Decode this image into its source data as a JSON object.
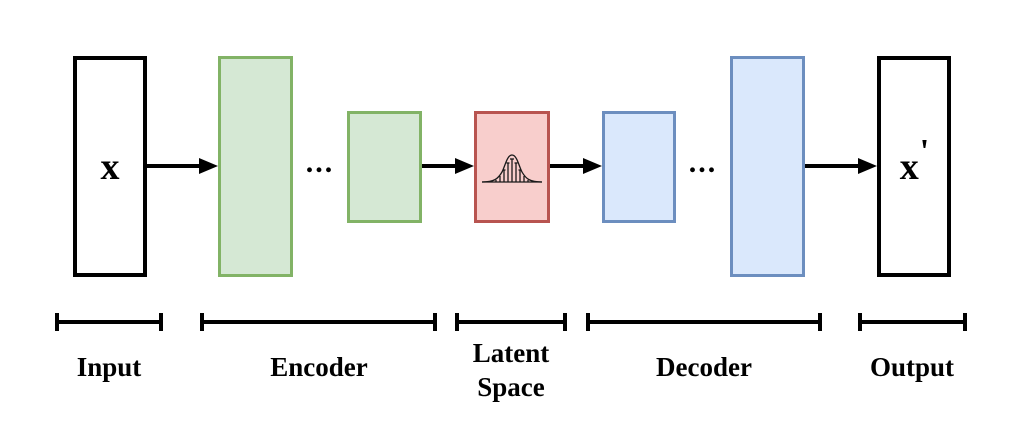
{
  "colors": {
    "background": "#ffffff",
    "text": "#000000",
    "box_border": "#000000",
    "arrow": "#000000",
    "green_fill": "#d5e8d4",
    "green_border": "#82b366",
    "red_fill": "#f8cecc",
    "red_border": "#b85450",
    "blue_fill": "#dae8fc",
    "blue_border": "#6c8ebf"
  },
  "diagram": {
    "input_symbol": "x",
    "output_symbol": "x",
    "output_prime": "'",
    "encoder_ellipsis": "...",
    "decoder_ellipsis": "...",
    "latent_icon": "gaussian-distribution-icon"
  },
  "section_labels": {
    "input": "Input",
    "encoder": "Encoder",
    "latent_line1": "Latent",
    "latent_line2": "Space",
    "decoder": "Decoder",
    "output": "Output"
  }
}
